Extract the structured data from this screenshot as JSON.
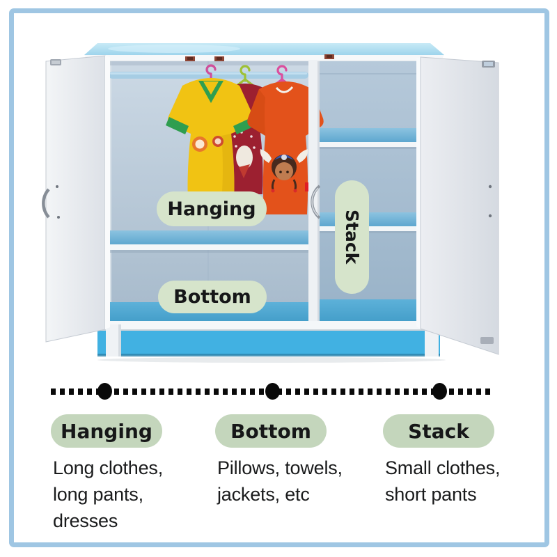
{
  "theme": {
    "page-bg": "#ffffff",
    "frame-border": "#9fc6e3",
    "pill-photo-bg": "#d6e4cb",
    "pill-legend-bg": "#c4d6bc",
    "text-color": "#161718",
    "dot-color": "#0a0a0a",
    "plinth-blue": "#41b1e2",
    "slab-blue": "#a9dcf0",
    "shelf-blue": "#6fb2d6"
  },
  "photo": {
    "section_labels": {
      "hanging": "Hanging",
      "bottom": "Bottom",
      "stack": "Stack"
    }
  },
  "legend": {
    "items": [
      {
        "label": "Hanging",
        "lines": [
          "Long clothes,",
          "long pants,",
          "dresses"
        ]
      },
      {
        "label": "Bottom",
        "lines": [
          "Pillows, towels,",
          "jackets, etc"
        ]
      },
      {
        "label": "Stack",
        "lines": [
          "Small clothes,",
          "short pants"
        ]
      }
    ]
  }
}
